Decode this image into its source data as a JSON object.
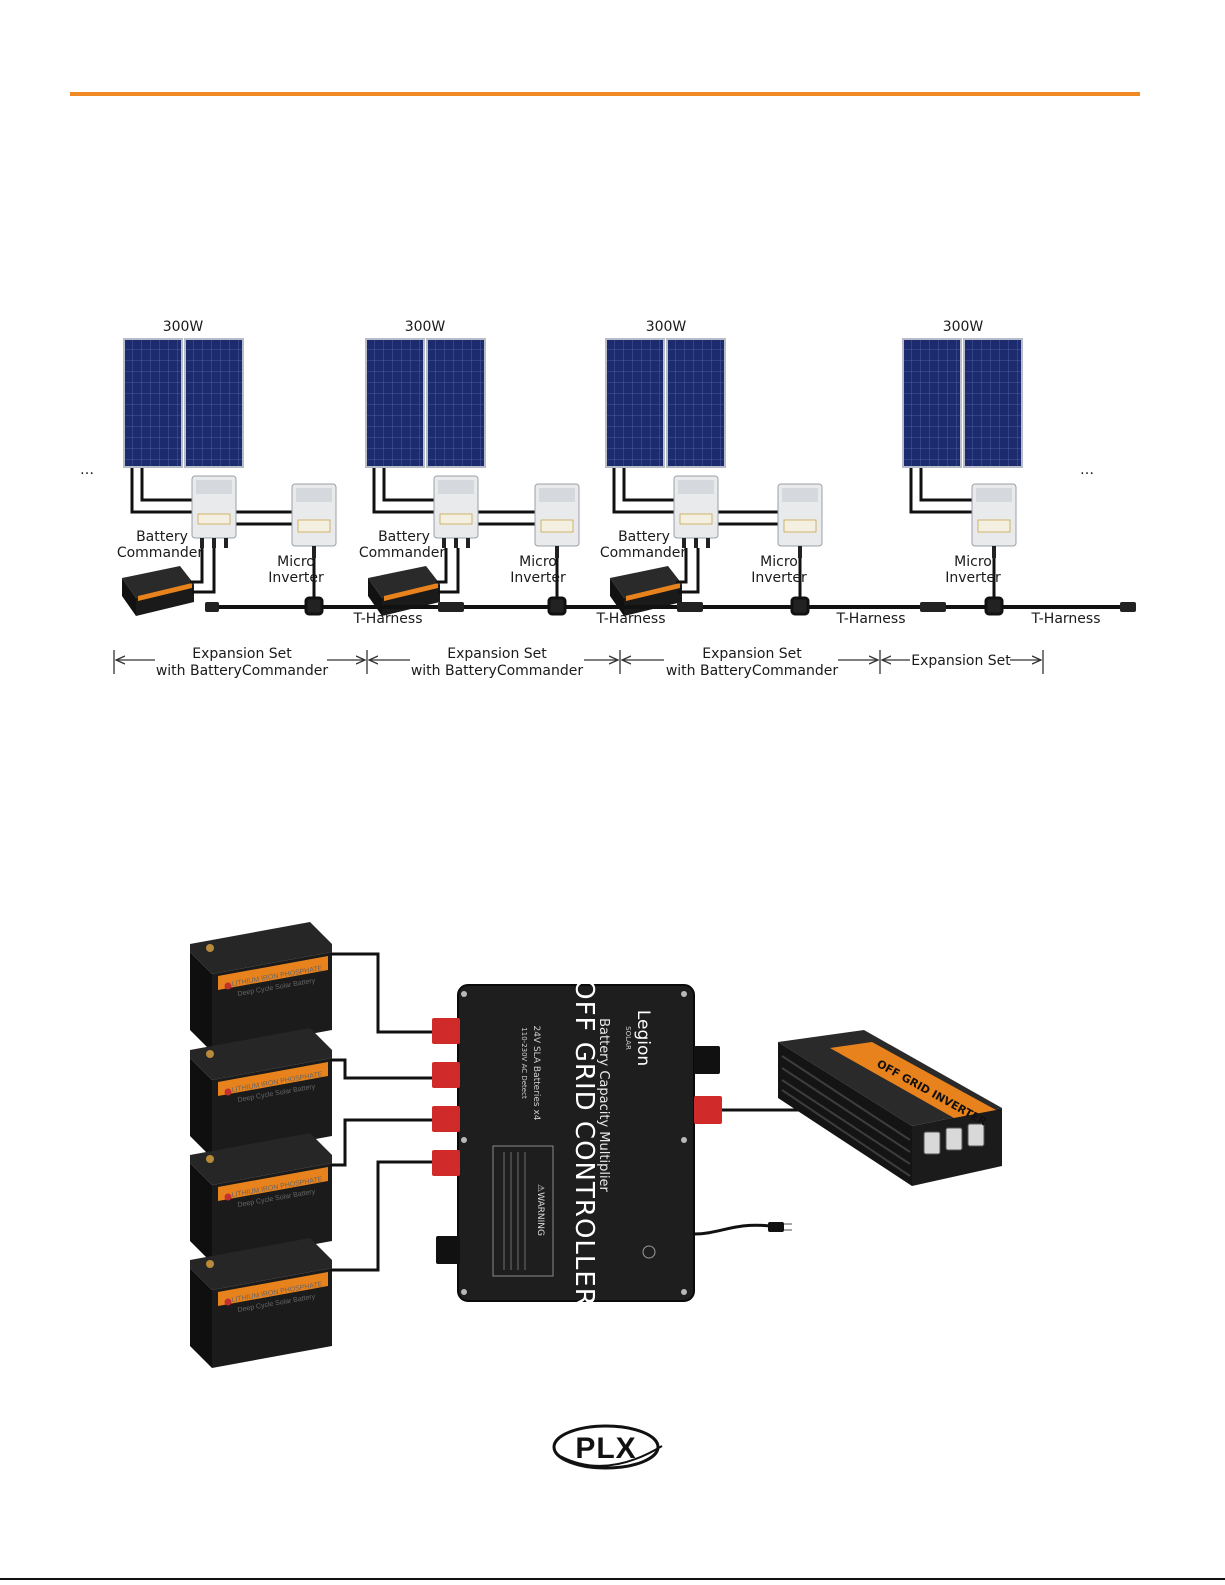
{
  "diagram1": {
    "panel_label": "300W",
    "ellipsis": "…",
    "battery_commander": [
      "Battery",
      "Commander"
    ],
    "micro_inverter": [
      "Micro",
      "Inverter"
    ],
    "t_harness": "T-Harness",
    "expansion_set_bc": [
      "Expansion Set",
      "with BatteryCommander"
    ],
    "expansion_set": "Expansion Set"
  },
  "diagram2": {
    "controller": {
      "brand": "Legion",
      "brand_sub": "SOLAR",
      "subtitle": "Battery Capacity Multiplier",
      "title": "OFF GRID CONTROLLER",
      "spec_1": "24V SLA Batteries x4",
      "spec_2": "110-230V AC Detect",
      "warning": "⚠WARNING"
    },
    "battery_label": "LITHIUM IRON PHOSPHATE",
    "battery_sublabel": "Deep Cycle Solar Battery",
    "inverter_label": "OFF GRID INVERTER"
  },
  "footer": {
    "logo": "PLX"
  },
  "colors": {
    "accent": "#f08a24",
    "panel": "#1c2a6e",
    "connector": "#d12a2a"
  }
}
